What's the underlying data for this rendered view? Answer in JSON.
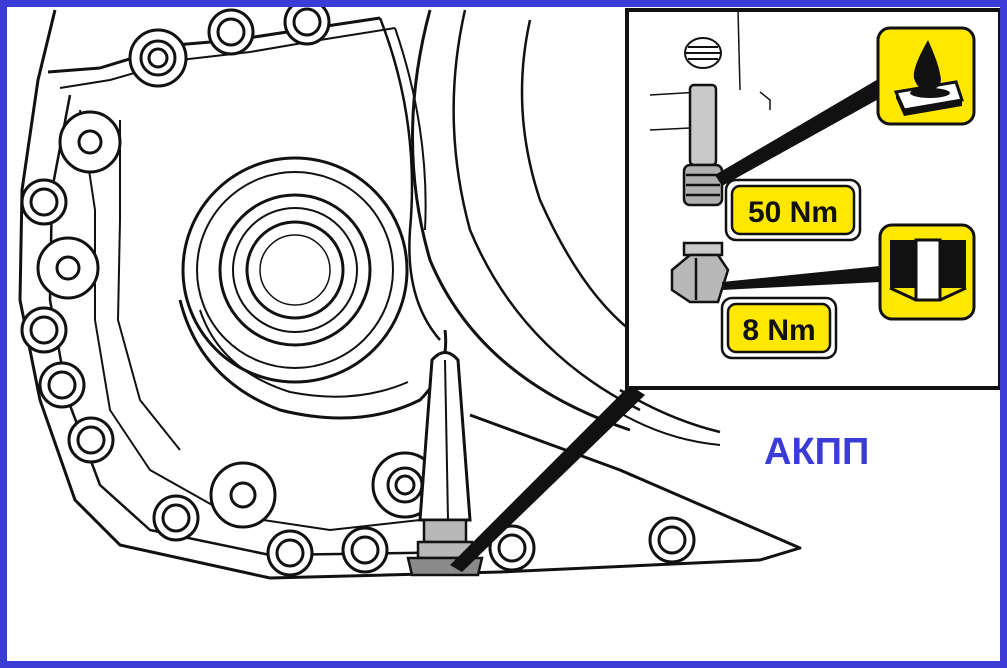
{
  "diagram": {
    "title": "АКПП",
    "torque_labels": [
      {
        "value": "50 Nm"
      },
      {
        "value": "8 Nm"
      }
    ],
    "icons": [
      {
        "name": "oil-drop-sealant-icon"
      },
      {
        "name": "washer-gasket-icon"
      }
    ]
  },
  "colors": {
    "frame": "#3b3bd6",
    "title": "#3b3bd6",
    "label_fill": "#ffe800",
    "line": "#111111",
    "part_gray": "#b8b8b8"
  }
}
